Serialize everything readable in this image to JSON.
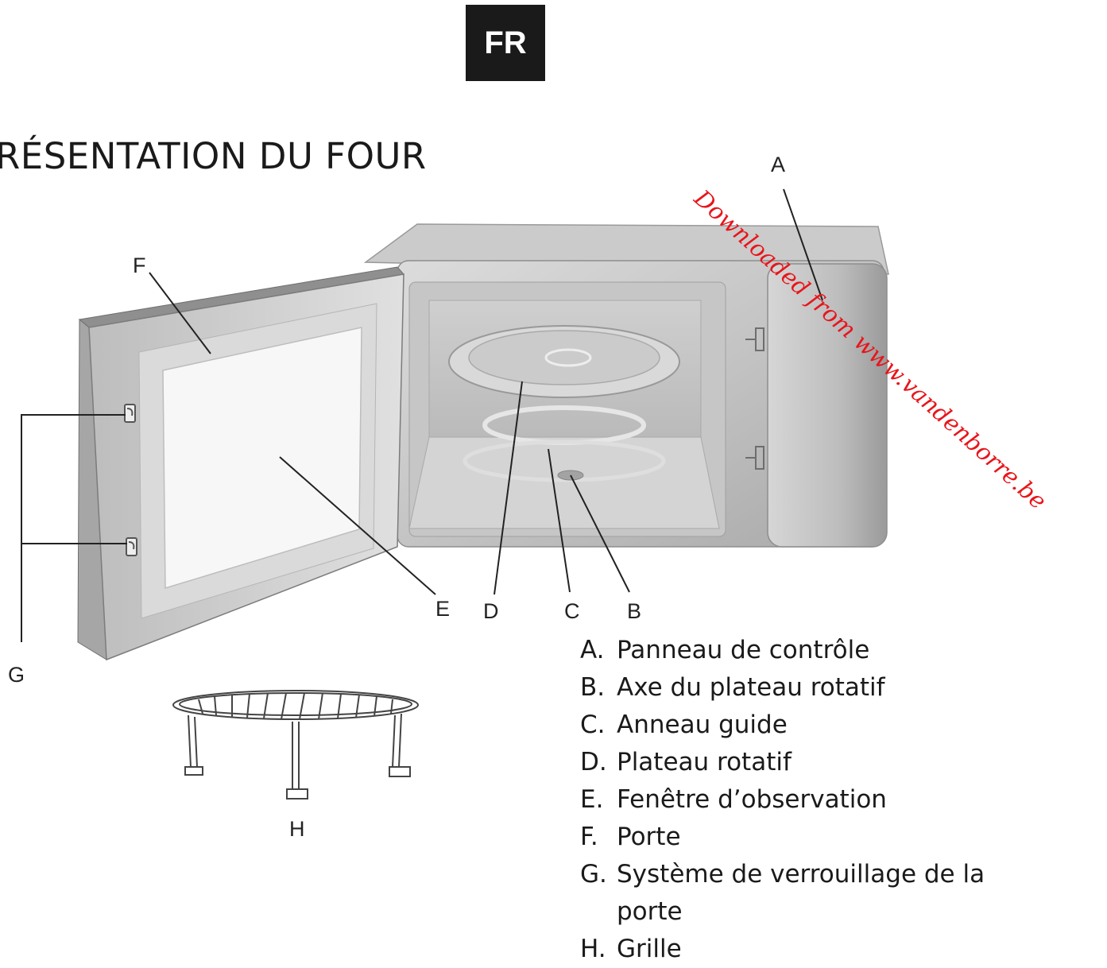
{
  "header": {
    "language_badge": "FR"
  },
  "page_title": "RÉSENTATION DU FOUR",
  "watermark": "Downloaded from www.vandenborre.be",
  "callouts": {
    "A": "A",
    "B": "B",
    "C": "C",
    "D": "D",
    "E": "E",
    "F": "F",
    "G": "G",
    "H": "H"
  },
  "legend": [
    {
      "letter": "A.",
      "text": "Panneau de contrôle"
    },
    {
      "letter": "B.",
      "text": "Axe du plateau rotatif"
    },
    {
      "letter": "C.",
      "text": "Anneau guide"
    },
    {
      "letter": "D.",
      "text": "Plateau rotatif"
    },
    {
      "letter": "E.",
      "text": "Fenêtre d’observation"
    },
    {
      "letter": "F.",
      "text": "Porte"
    },
    {
      "letter": "G.",
      "text": "Système de verrouillage de la porte"
    },
    {
      "letter": "H.",
      "text": "Grille"
    }
  ]
}
